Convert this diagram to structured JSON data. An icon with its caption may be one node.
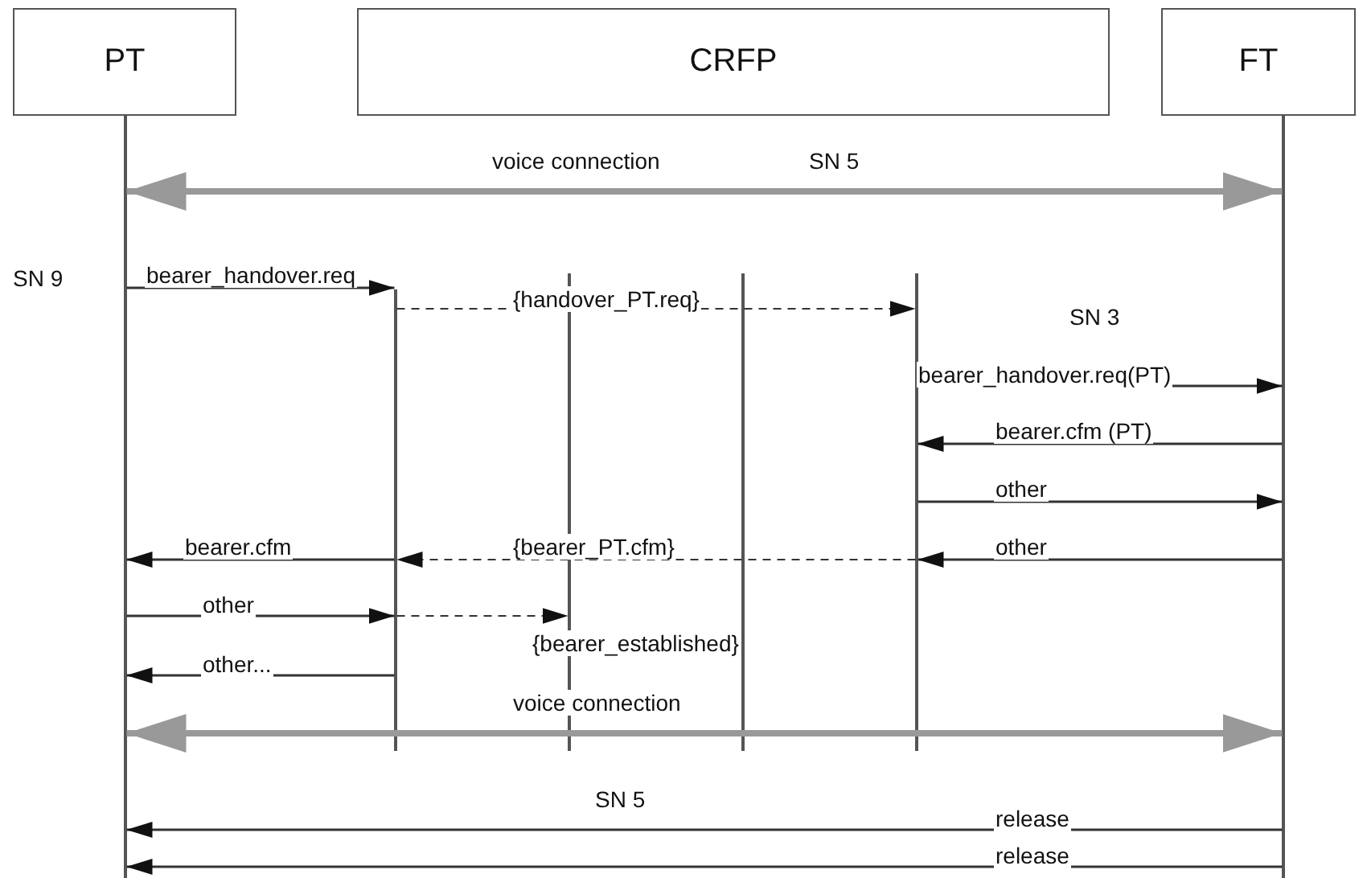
{
  "diagram": {
    "nodes": [
      {
        "text": [
          "PT"
        ]
      },
      {
        "text": [
          "CRFP"
        ]
      },
      {
        "text": [
          "FT"
        ]
      },
      {
        "text": [],
        "shape": "line"
      },
      {
        "text": [],
        "shape": "line"
      },
      {
        "text": [],
        "shape": "line"
      },
      {
        "text": [],
        "shape": "line"
      },
      {
        "text": [],
        "shape": "line"
      },
      {
        "text": [],
        "shape": "line"
      }
    ],
    "edges": [
      {
        "from": 3,
        "to": 8,
        "arrow": "both",
        "label": "voice connection",
        "style": "thick",
        "color": "#999999"
      },
      {
        "from": 3,
        "to": 4,
        "arrow": "to",
        "label": "bearer_handover.req"
      },
      {
        "from": 4,
        "to": 7,
        "arrow": "to",
        "label": "{handover_PT.req}",
        "style": "dashed"
      },
      {
        "from": 7,
        "to": 8,
        "arrow": "to",
        "label": "bearer_handover.req(PT)"
      },
      {
        "from": 8,
        "to": 7,
        "arrow": "to",
        "label": "bearer.cfm (PT)"
      },
      {
        "from": 7,
        "to": 8,
        "arrow": "to",
        "label": "other"
      },
      {
        "from": 8,
        "to": 7,
        "arrow": "to",
        "label": "other"
      },
      {
        "from": 7,
        "to": 4,
        "arrow": "to",
        "label": "{bearer_PT.cfm}",
        "style": "dashed"
      },
      {
        "from": 4,
        "to": 3,
        "arrow": "to",
        "label": "bearer.cfm"
      },
      {
        "from": 3,
        "to": 4,
        "arrow": "to",
        "label": "other"
      },
      {
        "from": 4,
        "to": 5,
        "arrow": "to",
        "label": "{bearer_established}",
        "style": "dashed"
      },
      {
        "from": 4,
        "to": 3,
        "arrow": "to",
        "label": "other..."
      },
      {
        "from": 3,
        "to": 8,
        "arrow": "both",
        "label": "voice connection",
        "style": "thick",
        "color": "#999999"
      },
      {
        "from": 8,
        "to": 3,
        "arrow": "to",
        "label": "release"
      },
      {
        "from": 8,
        "to": 3,
        "arrow": "to",
        "label": "release"
      }
    ],
    "labels": [
      "SN  5",
      "SN 9",
      "SN 3",
      "SN  5"
    ]
  }
}
